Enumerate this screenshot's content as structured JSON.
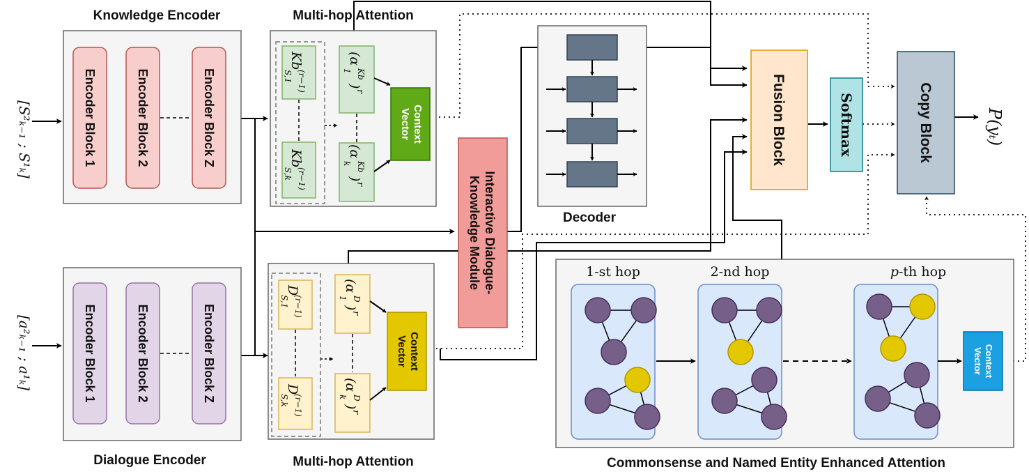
{
  "knowledge_encoder": {
    "title": "Knowledge Encoder",
    "blocks": [
      "Encoder Block 1",
      "Encoder Block 2",
      "Encoder Block Z"
    ],
    "input": "[S²ₖ₋₁ ; S¹ₖ]"
  },
  "dialogue_encoder": {
    "title": "Dialogue Encoder",
    "blocks": [
      "Encoder Block 1",
      "Encoder Block 2",
      "Encoder Block Z"
    ],
    "input": "[a²ₖ₋₁ ; a¹ₖ]"
  },
  "mh_kb": {
    "title": "Multi-hop Attention",
    "mem_top": "Kb",
    "mem_bottom": "Kb",
    "sub_top": "S,1",
    "sub_bottom": "S,k",
    "sup": "(r−1)",
    "alpha_top": "(α",
    "alpha_bottom": "(α",
    "alpha_sup": "Kb",
    "alpha_sub_top": "1",
    "alpha_sub_bottom": "k",
    "alpha_tail": ")",
    "alpha_r": "r",
    "context_line1": "Context",
    "context_line2": "Vector"
  },
  "mh_d": {
    "title": "Multi-hop Attention",
    "mem_top": "D",
    "mem_bottom": "D",
    "sub_top": "S,1",
    "sub_bottom": "S,k",
    "sup": "(r−1)",
    "alpha_top": "(α",
    "alpha_bottom": "(α",
    "alpha_sup": "D",
    "alpha_sub_top": "1",
    "alpha_sub_bottom": "k",
    "alpha_tail": ")",
    "alpha_r": "r",
    "context_line1": "Context",
    "context_line2": "Vector"
  },
  "interactive_module": {
    "line1": "Interactive Dialogue-",
    "line2": "Knowledge Module"
  },
  "decoder": {
    "title": "Decoder"
  },
  "fusion": {
    "label": "Fusion Block"
  },
  "softmax": {
    "label": "Softmax"
  },
  "copy": {
    "label": "Copy Block"
  },
  "output": {
    "label": "P(yₜ)"
  },
  "commonsense": {
    "title": "Commonsense and Named Entity Enhanced Attention",
    "hop1": "1-st hop",
    "hop2": "2-nd hop",
    "hopp_var": "p",
    "hopp_suffix": "-th hop",
    "context_line1": "Context",
    "context_line2": "Vector"
  },
  "colors": {
    "encoder_pink_fill": "#f8cecc",
    "encoder_pink_stroke": "#b85450",
    "encoder_purple_fill": "#e1d5e7",
    "encoder_purple_stroke": "#9673a6",
    "kb_memory_fill": "#d5e8d4",
    "kb_memory_stroke": "#82b366",
    "kb_context_fill": "#60a917",
    "d_memory_fill": "#fff2cc",
    "d_memory_stroke": "#d6b656",
    "d_context_fill": "#e3c800",
    "interactive_fill": "#f19c99",
    "decoder_cell": "#647687",
    "fusion_fill": "#ffe6cc",
    "fusion_stroke": "#d79b00",
    "softmax_fill": "#b0e3e6",
    "softmax_stroke": "#0e8088",
    "copy_fill": "#bac8d3",
    "copy_stroke": "#23445d",
    "graph_fill": "#dae8fc",
    "graph_stroke": "#6c8ebf",
    "node_purple": "#76608a",
    "node_yellow": "#e3c800",
    "cs_context_fill": "#1ba1e2"
  }
}
